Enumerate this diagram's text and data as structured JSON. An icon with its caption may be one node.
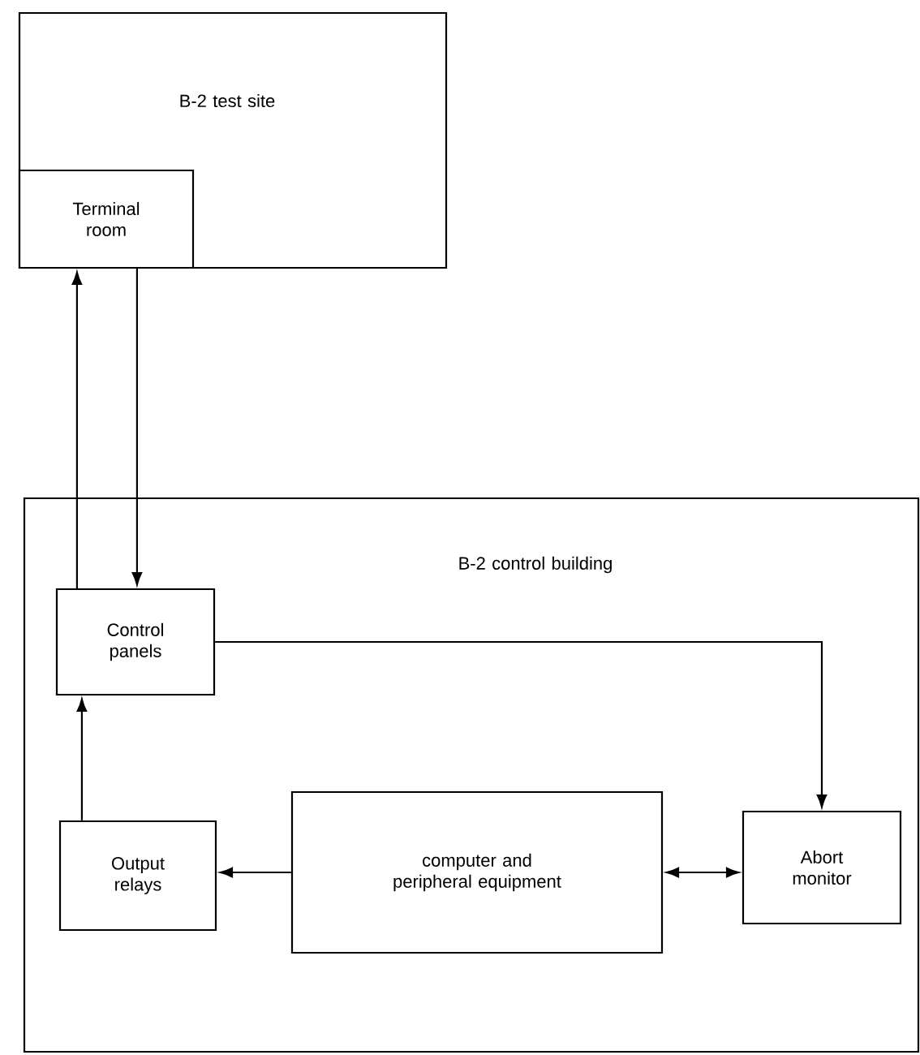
{
  "diagram": {
    "nodes": [
      {
        "text": [
          "B-2 test site"
        ]
      },
      {
        "text": [
          "Terminal room"
        ],
        "in": 0
      },
      {
        "text": [
          "B-2 control building"
        ]
      },
      {
        "text": [
          "Control panels"
        ],
        "in": 2
      },
      {
        "text": [
          "Output relays"
        ],
        "in": 2
      },
      {
        "text": [
          "computer and peripheral equipment"
        ],
        "in": 2
      },
      {
        "text": [
          "Abort monitor"
        ],
        "in": 2
      }
    ],
    "edges": [
      {
        "from": 3,
        "to": 1,
        "arrow": "to"
      },
      {
        "from": 1,
        "to": 3,
        "arrow": "to"
      },
      {
        "from": 3,
        "to": 6,
        "arrow": "to"
      },
      {
        "from": 4,
        "to": 3,
        "arrow": "to"
      },
      {
        "from": 5,
        "to": 4,
        "arrow": "to"
      },
      {
        "from": 5,
        "to": 6,
        "arrow": "both"
      }
    ]
  }
}
